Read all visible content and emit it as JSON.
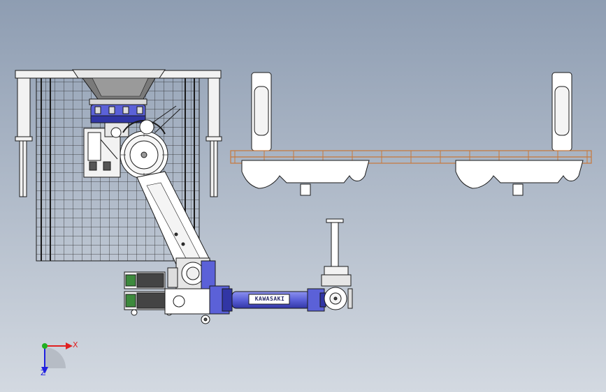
{
  "colors": {
    "bg_top": "#8e9db2",
    "bg_bottom": "#d3d9e1",
    "outline": "#1a1a1a",
    "part_fill": "#f2f2f2",
    "robot_blue": "#5b61d8",
    "robot_blue_dark": "#3136a5",
    "conveyor": "#c8783a",
    "motor_green": "#3d8a3d",
    "axis_x": "#e02020",
    "axis_y": "#20b020",
    "axis_z": "#2020e0"
  },
  "triad": {
    "x_label": "X",
    "z_label": "Z"
  },
  "robot": {
    "arm_label": "KAWASAKI"
  }
}
